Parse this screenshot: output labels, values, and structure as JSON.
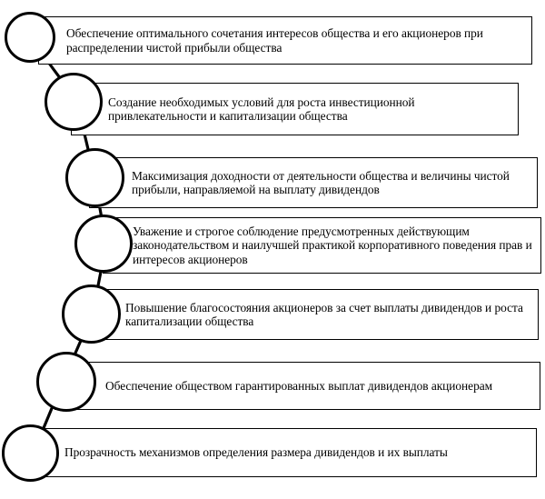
{
  "principles": [
    {
      "text": "Обеспечение оптимального сочетания интересов общества и его акционеров при распределении чистой прибыли общества"
    },
    {
      "text": "Создание необходимых условий для роста инвестиционной привлекательности и капитализации общества"
    },
    {
      "text": "Максимизация доходности от деятельности общества и величины чистой прибыли, направляемой на выплату дивидендов"
    },
    {
      "text": "Уважение и строгое соблюдение предусмотренных действующим законодательством и наилучшей практикой корпоративного поведения прав и интересов акционеров"
    },
    {
      "text": "Повышение благосостояния акционеров за счет выплаты дивидендов и роста капитализации общества"
    },
    {
      "text": "Обеспечение обществом гарантированных выплат дивидендов акционерам"
    },
    {
      "text": "Прозрачность механизмов определения размера дивидендов и их выплаты"
    }
  ]
}
